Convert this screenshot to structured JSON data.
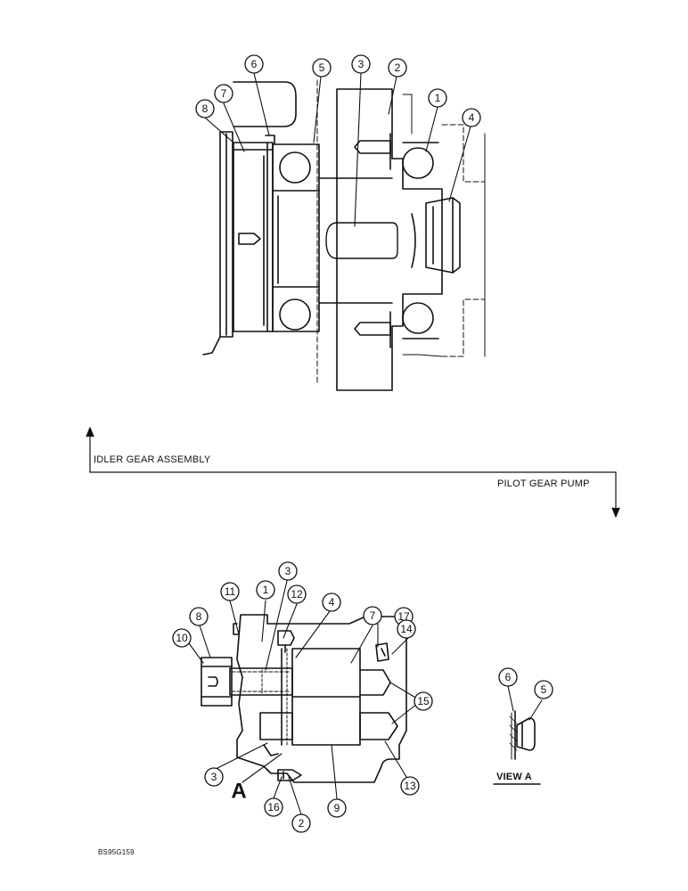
{
  "section_labels": {
    "idler": "IDLER GEAR ASSEMBLY",
    "pilot": "PILOT GEAR PUMP"
  },
  "view_label": "VIEW A",
  "view_letter": "A",
  "figure_code": "BS95G159",
  "top_callouts": [
    "1",
    "2",
    "3",
    "4",
    "5",
    "6",
    "7",
    "8"
  ],
  "pump_callouts": [
    "1",
    "2",
    "3",
    "3",
    "4",
    "7",
    "8",
    "9",
    "10",
    "11",
    "12",
    "13",
    "14",
    "15",
    "16",
    "17"
  ],
  "view_callouts": [
    "6",
    "5"
  ]
}
